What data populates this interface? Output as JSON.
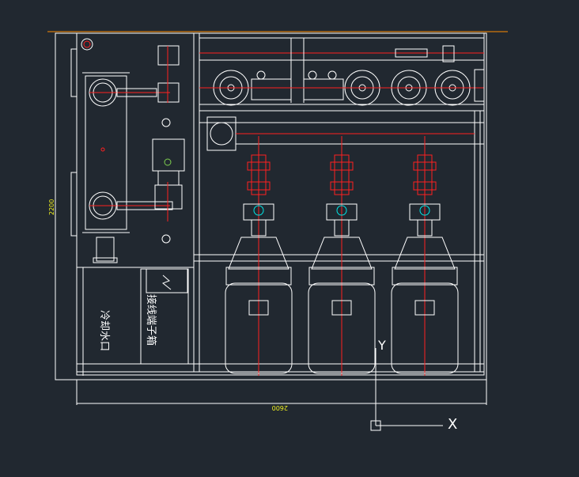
{
  "drawing": {
    "labels": {
      "cooling_water": "冷却水口",
      "terminal_box": "接线端子箱"
    },
    "dimensions": {
      "height": "2200",
      "width": "2600"
    },
    "ucs": {
      "y_axis": "Y",
      "x_axis": "X"
    }
  },
  "colors": {
    "background": "#212830",
    "line": "#ffffff",
    "pipe": "#ff2020",
    "accent": "#00e5e5",
    "top_edge": "#ff8c00",
    "dimension_text": "#f0f020"
  }
}
